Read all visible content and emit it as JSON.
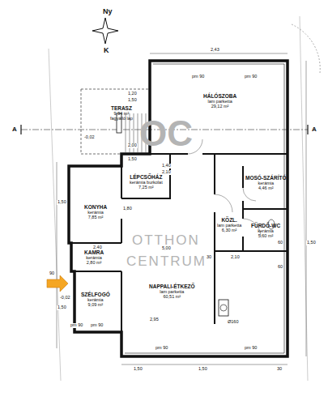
{
  "diagram": {
    "nodes": [
      {
        "text": [
          "TERASZ",
          "9,94 m²",
          "fagyálló lap"
        ]
      },
      {
        "text": [
          "HÁLÓSZOBA",
          "lam parketta",
          "29,12 m²"
        ]
      },
      {
        "text": [
          "LÉPCSŐHÁZ",
          "kerámia burkolat",
          "7,25 m²"
        ]
      },
      {
        "text": [
          "MOSÓ-SZÁRÍTÓ",
          "kerámia",
          "4,46 m²"
        ]
      },
      {
        "text": [
          "KONYHA",
          "kerámia",
          "7,85 m²"
        ]
      },
      {
        "text": [
          "KÖZL.",
          "lam parketta",
          "6,30 m²"
        ]
      },
      {
        "text": [
          "FÜRDŐ-WC",
          "kerámia",
          "5,60 m²"
        ]
      },
      {
        "text": [
          "KAMRA",
          "kerámia",
          "2,80 m²"
        ]
      },
      {
        "text": [
          "NAPPALI-ÉTKEZŐ",
          "lam parketta",
          "60,51 m²"
        ]
      },
      {
        "text": [
          "SZÉLFOGÓ",
          "kerámia",
          "9,09 m²"
        ]
      }
    ],
    "labels": [
      "Ny",
      "K",
      "A",
      "A",
      "OC",
      "OTTHON",
      "CENTRUM",
      "2,43",
      "pm 90",
      "pm 90",
      "1,20",
      "1,50",
      "2,00",
      "1,50",
      "-0,02",
      "1,40",
      "2,10",
      "1,80",
      "1,50",
      "2,40",
      "5,00",
      "30",
      "2,10",
      "60",
      "60",
      "90",
      "-0,02",
      "1,50",
      "2,95",
      "Ø160",
      "pm 90",
      "pm 90",
      "pm 90",
      "pm 90",
      "1,50",
      "1,50",
      "30",
      "1,50"
    ]
  }
}
